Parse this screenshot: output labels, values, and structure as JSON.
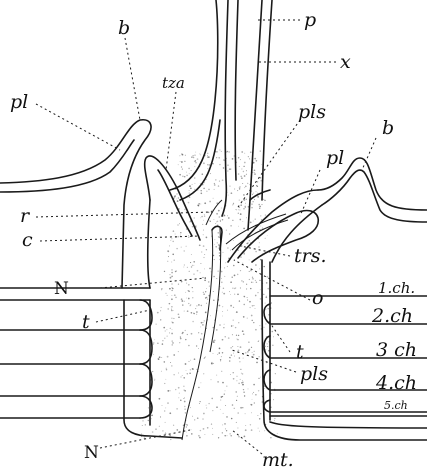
{
  "labels": {
    "p": "p",
    "x": "x",
    "b_left": "b",
    "b_right": "b",
    "tza": "tza",
    "pl_left": "pl",
    "pl_right": "pl",
    "pls_top": "pls",
    "pls_bottom": "pls",
    "r": "r",
    "c": "c",
    "trs": "trs.",
    "N_mid": "N",
    "N_bottom": "N",
    "t_left": "t",
    "t_right": "t",
    "o": "o",
    "ch1": "1.ch.",
    "ch2": "2.ch",
    "ch3": "3 ch",
    "ch4": "4.ch",
    "ch5": "5.ch",
    "mt": "mt."
  }
}
